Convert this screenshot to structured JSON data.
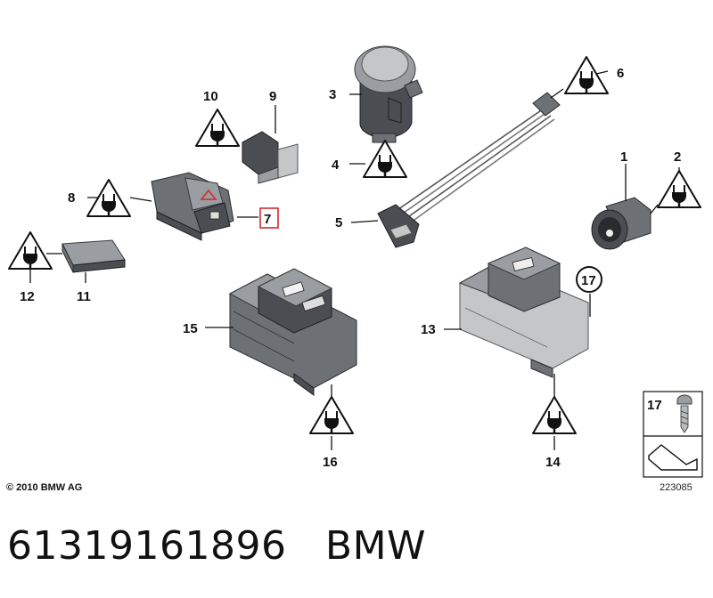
{
  "diagram": {
    "callouts": [
      {
        "id": "1",
        "label": "1"
      },
      {
        "id": "2",
        "label": "2"
      },
      {
        "id": "3",
        "label": "3"
      },
      {
        "id": "4",
        "label": "4"
      },
      {
        "id": "5",
        "label": "5"
      },
      {
        "id": "6",
        "label": "6"
      },
      {
        "id": "7",
        "label": "7",
        "highlighted": true
      },
      {
        "id": "8",
        "label": "8"
      },
      {
        "id": "9",
        "label": "9"
      },
      {
        "id": "10",
        "label": "10"
      },
      {
        "id": "11",
        "label": "11"
      },
      {
        "id": "12",
        "label": "12"
      },
      {
        "id": "13",
        "label": "13"
      },
      {
        "id": "14",
        "label": "14"
      },
      {
        "id": "15",
        "label": "15"
      },
      {
        "id": "16",
        "label": "16"
      },
      {
        "id": "17",
        "label": "17"
      }
    ],
    "copyright": "© 2010 BMW AG",
    "diagram_number": "223085",
    "legend_label": "17",
    "colors": {
      "highlight": "#d12b2b",
      "ink": "#111111",
      "part_dark": "#4a4d52",
      "part_mid": "#6d7075",
      "part_light": "#9a9da1"
    }
  },
  "footer": {
    "part_number": "61319161896",
    "brand": "BMW"
  }
}
